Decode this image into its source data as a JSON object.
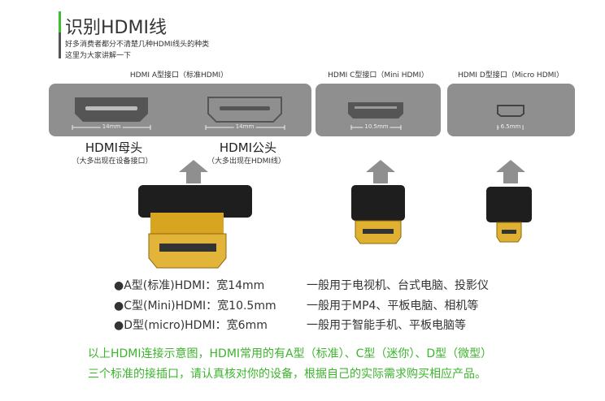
{
  "header": {
    "title": "识别HDMI线",
    "subtitle_1": "好多消费者都分不清楚几种HDMI线头的种类",
    "subtitle_2": "这里为大家讲解一下"
  },
  "panels": [
    {
      "label": "HDMI A型接口（标准HDMI）",
      "dims": [
        "14mm",
        "14mm"
      ]
    },
    {
      "label": "HDMI C型接口（Mini HDMI）",
      "dims": [
        "10.5mm"
      ]
    },
    {
      "label": "HDMI D型接口（Micro HDMI）",
      "dims": [
        "6.5mm"
      ]
    }
  ],
  "connectors": {
    "female": {
      "title": "HDMI母头",
      "note": "（大多出现在设备接口）"
    },
    "male": {
      "title": "HDMI公头",
      "note": "（大多出现在HDMI线）"
    }
  },
  "specs": [
    {
      "type": "●A型(标准)HDMI：宽14mm",
      "use": "一般用于电视机、台式电脑、投影仪"
    },
    {
      "type": "●C型(Mini)HDMI：宽10.5mm",
      "use": "一般用于MP4、平板电脑、相机等"
    },
    {
      "type": "●D型(micro)HDMI：宽6mm",
      "use": "一般用于智能手机、平板电脑等"
    }
  ],
  "footer": {
    "line_1": "以上HDMI连接示意图，HDMI常用的有A型（标准）、C型（迷你）、D型（微型）",
    "line_2": "三个标准的接插口，请认真核对你的设备，根据自己的实际需求购买相应产品。"
  },
  "colors": {
    "accent": "#3cb42c",
    "panel": "#8f8f8f"
  }
}
